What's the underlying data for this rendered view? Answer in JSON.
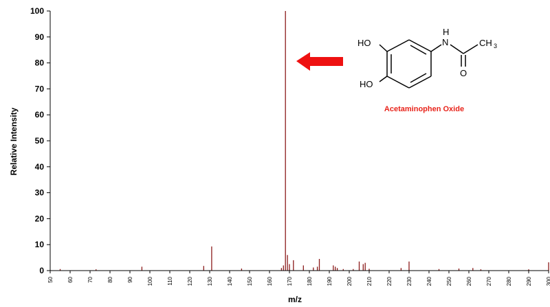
{
  "colors": {
    "peak": "#8b1a1a",
    "arrow": "#ee1111",
    "compound": "#e8231a"
  },
  "chart_data": {
    "type": "bar",
    "xlabel": "m/z",
    "ylabel": "Relative Intensity",
    "xlim": [
      50,
      300
    ],
    "ylim": [
      0,
      100
    ],
    "x_ticks": [
      50,
      60,
      70,
      80,
      90,
      100,
      110,
      120,
      130,
      140,
      150,
      160,
      170,
      180,
      190,
      200,
      210,
      220,
      230,
      240,
      250,
      260,
      270,
      280,
      290,
      300
    ],
    "y_ticks": [
      0,
      10,
      20,
      30,
      40,
      50,
      60,
      70,
      80,
      90,
      100
    ],
    "peaks": [
      {
        "mz": 55,
        "i": 0.6
      },
      {
        "mz": 73,
        "i": 0.5
      },
      {
        "mz": 96,
        "i": 1.5
      },
      {
        "mz": 127,
        "i": 1.8
      },
      {
        "mz": 131,
        "i": 9.3
      },
      {
        "mz": 146,
        "i": 0.8
      },
      {
        "mz": 166,
        "i": 1.0
      },
      {
        "mz": 167,
        "i": 2.0
      },
      {
        "mz": 168,
        "i": 100
      },
      {
        "mz": 169,
        "i": 6.0
      },
      {
        "mz": 170,
        "i": 2.5
      },
      {
        "mz": 172,
        "i": 4.0
      },
      {
        "mz": 177,
        "i": 2.0
      },
      {
        "mz": 182,
        "i": 1.2
      },
      {
        "mz": 184,
        "i": 1.5
      },
      {
        "mz": 185,
        "i": 4.5
      },
      {
        "mz": 192,
        "i": 2.0
      },
      {
        "mz": 193,
        "i": 1.5
      },
      {
        "mz": 194,
        "i": 1.0
      },
      {
        "mz": 197,
        "i": 0.6
      },
      {
        "mz": 202,
        "i": 0.6
      },
      {
        "mz": 205,
        "i": 3.5
      },
      {
        "mz": 207,
        "i": 2.5
      },
      {
        "mz": 208,
        "i": 3.0
      },
      {
        "mz": 210,
        "i": 0.7
      },
      {
        "mz": 226,
        "i": 1.0
      },
      {
        "mz": 230,
        "i": 3.5
      },
      {
        "mz": 245,
        "i": 0.6
      },
      {
        "mz": 255,
        "i": 0.8
      },
      {
        "mz": 262,
        "i": 1.0
      },
      {
        "mz": 266,
        "i": 0.5
      },
      {
        "mz": 290,
        "i": 0.5
      },
      {
        "mz": 300,
        "i": 3.2
      }
    ],
    "annotations": {
      "compound_name": "Acetaminophen Oxide",
      "structure_labels": {
        "ho_top": "HO",
        "ho_bottom": "HO",
        "nh_h": "H",
        "nh_n": "N",
        "ch3_c": "CH",
        "ch3_sub": "3",
        "carbonyl_o": "O"
      }
    }
  }
}
